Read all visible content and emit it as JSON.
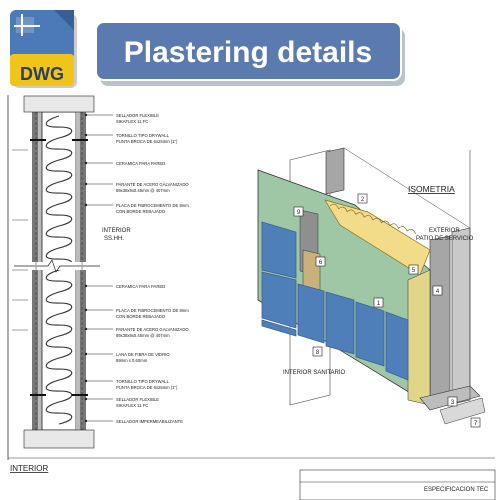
{
  "banner": {
    "title": "Plastering details",
    "color": "#5b7bb0",
    "shadow": "#3a4f78"
  },
  "badge": {
    "label": "DWG",
    "colors": {
      "blue": "#4c79b7",
      "yellow": "#f0c419",
      "text": "#2b3f63"
    }
  },
  "section": {
    "interior_label": [
      "INTERIOR",
      "SS.HH."
    ],
    "annotations": [
      [
        "SELLADOR FLEXIBLE",
        "SIKAFLEX 11 FC"
      ],
      [
        "TORNILLO TIPO DRYWALL",
        "PUNTA BROCA DE 6x25mm (1\")"
      ],
      [
        "CERAMICA PARA PARED"
      ],
      [
        "PARANTE DE ACERO GALVANIZADO",
        "89x38x9x0.45mm @ 407mm"
      ],
      [
        "PLACA DE FIBROCEMENTO DE 8mm",
        "CON BORDE REBAJADO"
      ],
      [
        "CERAMICA PARA PARED"
      ],
      [
        "PLACA DE FIBROCEMENTO DE 8mm",
        "CON BORDE REBAJADO"
      ],
      [
        "PARANTE DE ACERO GALVANIZADO",
        "89x38x9x0.45mm @ 407mm"
      ],
      [
        "LANA DE FIBRA DE VIDRIO",
        "89mm x 0.60mm"
      ],
      [
        "TORNILLO TIPO DRYWALL",
        "PUNTA BROCA DE 6x25mm (1\")"
      ],
      [
        "SELLADOR FLEXIBLE",
        "SIKAFLEX 11 FC"
      ],
      [
        "SELLADOR IMPERMEABILIZANTE"
      ]
    ]
  },
  "isometric": {
    "title": "ISOMETRIA",
    "exterior_label": [
      "EXTERIOR",
      "PATIO DE SERVICIO"
    ],
    "interior_label": "INTERIOR SANITARIO",
    "callouts": [
      "1",
      "2",
      "3",
      "4",
      "5",
      "6",
      "7",
      "8",
      "9"
    ]
  },
  "footer": {
    "left_label": "INTERIOR",
    "right_label": "ESPECIFICACION TEC"
  },
  "colors": {
    "tile": "#4f7fb8",
    "tile_dark": "#3b6296",
    "board": "#9fc7a6",
    "insulation": "#f2dc8a",
    "stud": "#9a9a9a",
    "line": "#222222"
  }
}
